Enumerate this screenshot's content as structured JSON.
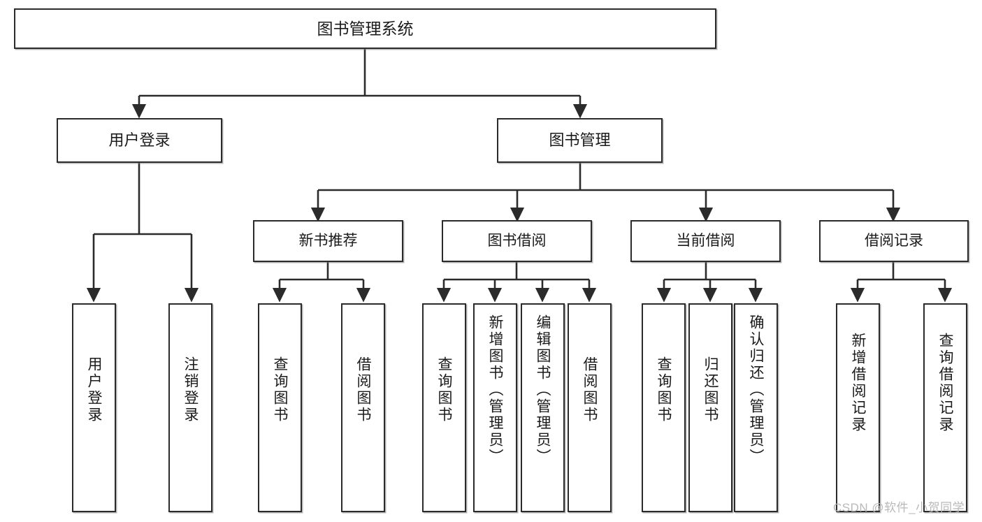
{
  "diagram": {
    "title": "图书管理系统",
    "type": "hierarchy-tree",
    "watermark": "CSDN @软件_小贺同学",
    "style": {
      "border_color": "#2b2b2b",
      "background": "#ffffff",
      "text_color": "#1a1a1a",
      "connector_color": "#2b2b2b",
      "watermark_color": "#b9b9b9"
    },
    "nodes": {
      "root": {
        "label": "图书管理系统"
      },
      "level2": [
        {
          "label": "用户登录"
        },
        {
          "label": "图书管理"
        }
      ],
      "level3": [
        {
          "label": "新书推荐"
        },
        {
          "label": "图书借阅"
        },
        {
          "label": "当前借阅"
        },
        {
          "label": "借阅记录"
        }
      ],
      "leaves": {
        "user_login": [
          {
            "label": "用户登录"
          },
          {
            "label": "注销登录"
          }
        ],
        "new_book_recommend": [
          {
            "label": "查询图书"
          },
          {
            "label": "借阅图书"
          }
        ],
        "book_borrow": [
          {
            "label": "查询图书"
          },
          {
            "label": "新增图书（管理员）"
          },
          {
            "label": "编辑图书（管理员）"
          },
          {
            "label": "借阅图书"
          }
        ],
        "current_borrow": [
          {
            "label": "查询图书"
          },
          {
            "label": "归还图书"
          },
          {
            "label": "确认归还（管理员）"
          }
        ],
        "borrow_record": [
          {
            "label": "新增借阅记录"
          },
          {
            "label": "查询借阅记录"
          }
        ]
      }
    }
  }
}
